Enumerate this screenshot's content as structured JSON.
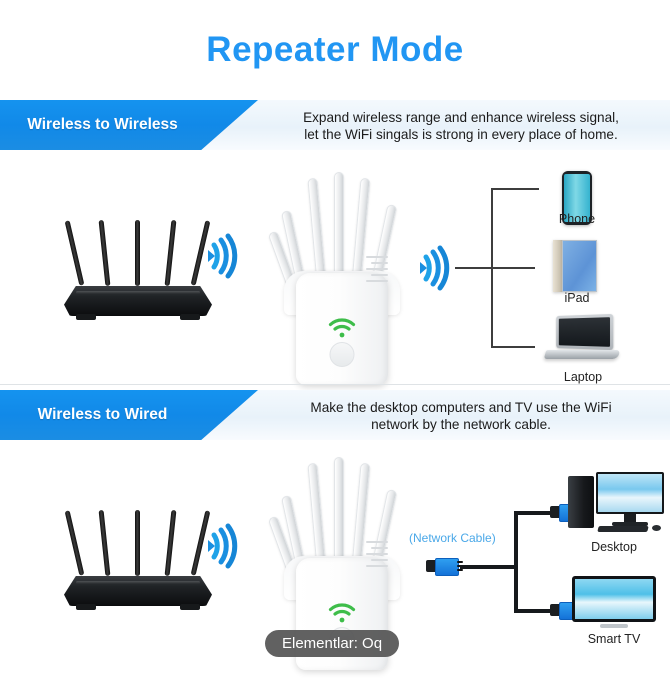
{
  "page": {
    "title": "Repeater Mode",
    "title_color": "#2196f3",
    "background": "#ffffff"
  },
  "sections": [
    {
      "id": "wireless-to-wireless",
      "tag": "Wireless to Wireless",
      "desc_line1": "Expand wireless range and enhance wireless signal,",
      "desc_line2": "let the WiFi singals is strong in every place of home.",
      "tag_color": "#1189e8",
      "devices": [
        {
          "name": "Phone",
          "icon": "phone-icon"
        },
        {
          "name": "iPad",
          "icon": "tablet-icon"
        },
        {
          "name": "Laptop",
          "icon": "laptop-icon"
        }
      ],
      "source": {
        "name": "router",
        "icon": "router-icon"
      },
      "repeater": {
        "name": "wifi-repeater",
        "icon": "repeater-icon",
        "indicator_color": "#3ebd4a"
      },
      "signals": [
        {
          "name": "wifi-signal-router-to-repeater",
          "color": "#1a8fe0"
        },
        {
          "name": "wifi-signal-repeater-to-devices",
          "color": "#1a8fe0"
        }
      ]
    },
    {
      "id": "wireless-to-wired",
      "tag": "Wireless to Wired",
      "desc_line1": "Make the desktop computers and TV use the WiFi",
      "desc_line2": "network by the network cable.",
      "tag_color": "#1189e8",
      "cable_label": "(Network Cable)",
      "cable_label_color": "#4aa8e8",
      "devices": [
        {
          "name": "Desktop",
          "icon": "desktop-computer-icon"
        },
        {
          "name": "Smart TV",
          "icon": "smart-tv-icon"
        }
      ],
      "source": {
        "name": "router",
        "icon": "router-icon"
      },
      "repeater": {
        "name": "wifi-repeater",
        "icon": "repeater-icon",
        "indicator_color": "#3ebd4a"
      },
      "signals": [
        {
          "name": "wifi-signal-router-to-repeater",
          "color": "#1a8fe0"
        }
      ]
    }
  ],
  "overlay": {
    "tooltip": "Elementlar: Oq",
    "background": "#555555",
    "text_color": "#ffffff"
  }
}
